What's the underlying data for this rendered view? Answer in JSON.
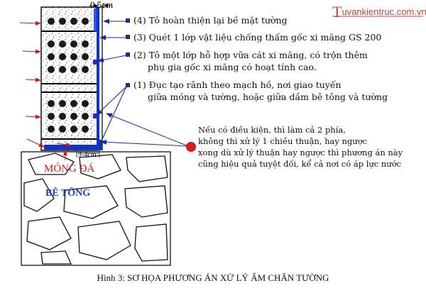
{
  "brand": {
    "mark": "T",
    "text": "uvankientruc.com.vn",
    "color": "#c4443c"
  },
  "dimensions": {
    "top": "0,5cm",
    "bottom": "3-4cm"
  },
  "labels": [
    "(4) Tô hoàn thiện lại bề mặt tường",
    "(3) Quét 1 lớp vật liệu chống thấm gốc xi măng GS 200",
    "(2) Tô một lớp hỗ hợp vữa cát xi măng, có trộn thêm",
    "phụ gia gốc xi măng có hoạt tính cao.",
    "(1) Đục tạo rãnh theo mạch hồ, nơi giao tuyến",
    "giữa móng và tường, hoặc giữa dầm bê tông và tường"
  ],
  "note": [
    "Nếu có điều kiện, thì làm cả 2 phía,",
    "không thì xử lý 1 chiều thuận, hay ngược",
    "xong dù xử lý thuận hay ngược thì phương án này",
    "cũng hiệu quả tuyệt đối, kể cả nơi có áp lực nước"
  ],
  "foundation": {
    "mong_da": "MÓNG ĐÁ",
    "be_tong": "BÊ TÔNG"
  },
  "caption": "Hình 3: SƠ HỌA PHƯƠNG ÁN XỬ LÝ ẨM CHÂN TƯỜNG",
  "colors": {
    "arrow_red": "#d01515",
    "membrane_blue": "#1030d0",
    "leader": "#1a2a9a"
  }
}
